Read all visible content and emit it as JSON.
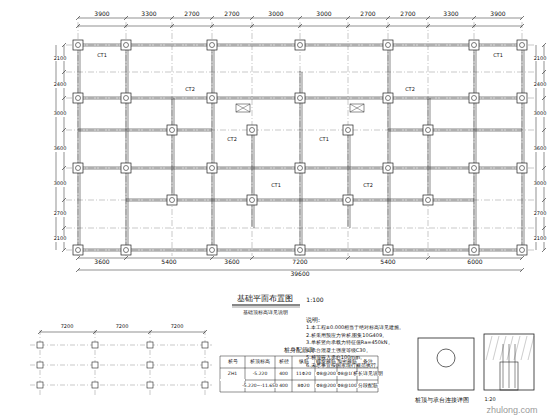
{
  "diagram": {
    "labels": [
      "3900",
      "3300",
      "2700",
      "2700",
      "3000",
      "3000",
      "2700",
      "2700",
      "3300",
      "3900",
      "3600",
      "5400",
      "3600",
      "7200",
      "5400",
      "6000",
      "39600",
      "2100",
      "2400",
      "3000",
      "3600",
      "3000",
      "2700",
      "2100",
      "2100",
      "2400",
      "3000",
      "3600",
      "3000",
      "2700",
      "2100",
      "基础平面布置图",
      "1:100",
      "基础顶标高详见说明",
      "CT1",
      "CT2",
      "CT2",
      "CT1",
      "CT1",
      "CT2",
      "CT2",
      "CT1",
      "7200",
      "7200",
      "7200",
      "桩身配筋表",
      "桩号",
      "桩顶标高",
      "桩径",
      "纵筋",
      "螺旋箍筋",
      "加密箍筋",
      "备注",
      "ZH1",
      "-5.220",
      "400",
      "11Φ20",
      "Φ8@200",
      "Φ8@100",
      "桩长详见说明",
      "-5.220~-11.650",
      "400",
      "8Φ20",
      "Φ8@200",
      "Φ8@100",
      "分段配筋",
      "说明:",
      "1.本工程±0.000相当于绝对标高详见建施。",
      "2.桩采用预应力管桩,图集10G409。",
      "3.单桩竖向承载力特征值Ra=450kN。",
      "4.承台混凝土强度等级C30。",
      "5.桩顶嵌入承台100mm。",
      "6.未尽事宜按国家现行规范执行。",
      "桩顶与承台连接详图",
      "1:20",
      "zhulong.com"
    ]
  }
}
